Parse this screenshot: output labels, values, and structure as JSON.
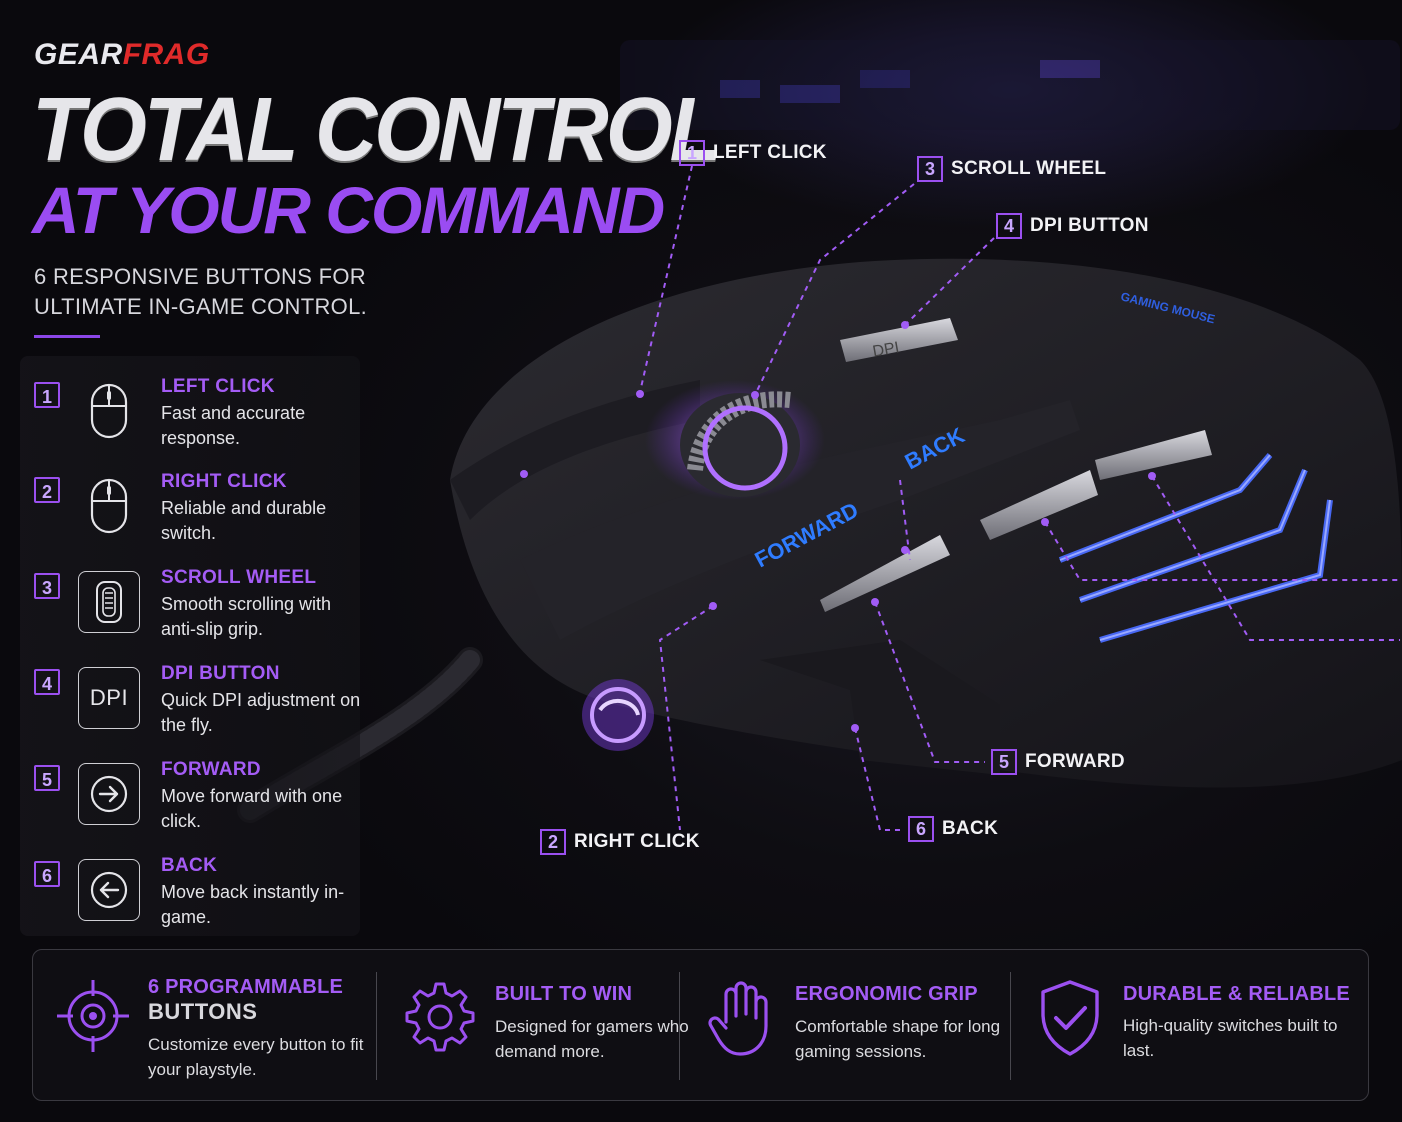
{
  "brand": {
    "part1": "GEAR",
    "part2": "FRAG"
  },
  "headline": {
    "line1": "TOTAL CONTROL",
    "line2": "AT YOUR COMMAND"
  },
  "subtitle": "6 RESPONSIVE BUTTONS FOR ULTIMATE IN-GAME CONTROL.",
  "features": [
    {
      "num": "1",
      "icon": "mouse-left-icon",
      "title": "LEFT CLICK",
      "desc": "Fast and accurate response."
    },
    {
      "num": "2",
      "icon": "mouse-right-icon",
      "title": "RIGHT CLICK",
      "desc": "Reliable and durable switch."
    },
    {
      "num": "3",
      "icon": "scroll-wheel-icon",
      "title": "SCROLL WHEEL",
      "desc": "Smooth scrolling with anti-slip grip."
    },
    {
      "num": "4",
      "icon": "dpi-icon",
      "icon_text": "DPI",
      "title": "DPI BUTTON",
      "desc": "Quick DPI adjustment on the fly."
    },
    {
      "num": "5",
      "icon": "arrow-right-icon",
      "title": "FORWARD",
      "desc": "Move forward with one click."
    },
    {
      "num": "6",
      "icon": "arrow-left-icon",
      "title": "BACK",
      "desc": "Move back instantly in-game."
    }
  ],
  "callouts": {
    "left_click": {
      "num": "1",
      "label": "LEFT CLICK"
    },
    "scroll_wheel": {
      "num": "3",
      "label": "SCROLL WHEEL"
    },
    "dpi_button": {
      "num": "4",
      "label": "DPI BUTTON"
    },
    "forward": {
      "num": "5",
      "label": "FORWARD"
    },
    "back": {
      "num": "6",
      "label": "BACK"
    },
    "right_click": {
      "num": "2",
      "label": "RIGHT CLICK"
    }
  },
  "mouse_markings": {
    "gaming_mouse": "GAMING MOUSE",
    "forward": "FORWARD",
    "back": "BACK",
    "dpi": "DPI"
  },
  "bottom": [
    {
      "icon": "crosshair-icon",
      "title": "6 PROGRAMMABLE",
      "title2": "BUTTONS",
      "desc": "Customize every button to fit your playstyle."
    },
    {
      "icon": "gear-icon",
      "title": "BUILT TO WIN",
      "desc": "Designed for gamers who demand more."
    },
    {
      "icon": "hand-icon",
      "title": "ERGONOMIC GRIP",
      "desc": "Comfortable shape for long gaming sessions."
    },
    {
      "icon": "shield-check-icon",
      "title": "DURABLE & RELIABLE",
      "desc": "High-quality switches built to last."
    }
  ],
  "colors": {
    "accent": "#9b50f0",
    "brand_red": "#e02a2a",
    "background": "#0b0a0e",
    "led_blue": "#4a6cff"
  }
}
